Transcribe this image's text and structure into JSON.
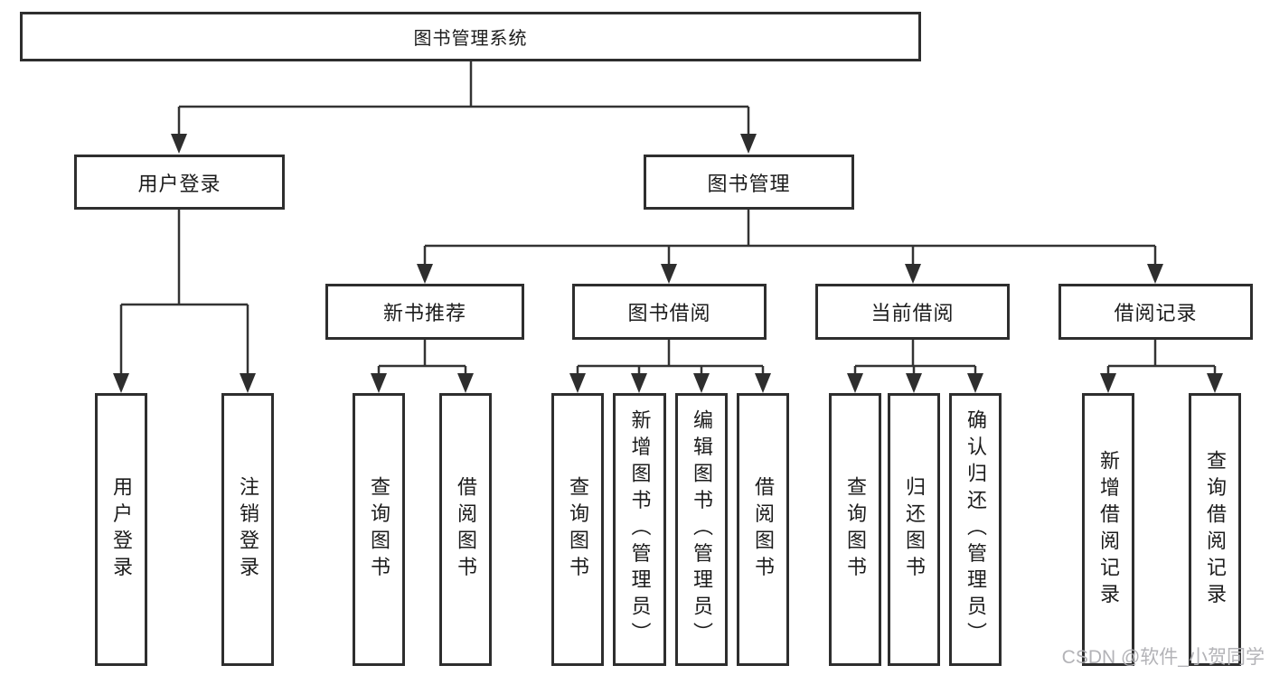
{
  "tree": {
    "label": "图书管理系统",
    "children": [
      {
        "label": "用户登录",
        "children": [
          {
            "label": "用户登录"
          },
          {
            "label": "注销登录"
          }
        ]
      },
      {
        "label": "图书管理",
        "children": [
          {
            "label": "新书推荐",
            "children": [
              {
                "label": "查询图书"
              },
              {
                "label": "借阅图书"
              }
            ]
          },
          {
            "label": "图书借阅",
            "children": [
              {
                "label": "查询图书"
              },
              {
                "label": "新增图书（管理员）"
              },
              {
                "label": "编辑图书（管理员）"
              },
              {
                "label": "借阅图书"
              }
            ]
          },
          {
            "label": "当前借阅",
            "children": [
              {
                "label": "查询图书"
              },
              {
                "label": "归还图书"
              },
              {
                "label": "确认归还（管理员）"
              }
            ]
          },
          {
            "label": "借阅记录",
            "children": [
              {
                "label": "新增借阅记录"
              },
              {
                "label": "查询借阅记录"
              }
            ]
          }
        ]
      }
    ]
  },
  "watermark": {
    "text": "CSDN @软件_小贺同学"
  },
  "colors": {
    "box_border": "#2e2e2e",
    "connector_line": "#333333",
    "arrowhead": "#2e2e2e",
    "text": "#1c1c1c",
    "watermark": "#afafb3",
    "background": "#ffffff"
  }
}
